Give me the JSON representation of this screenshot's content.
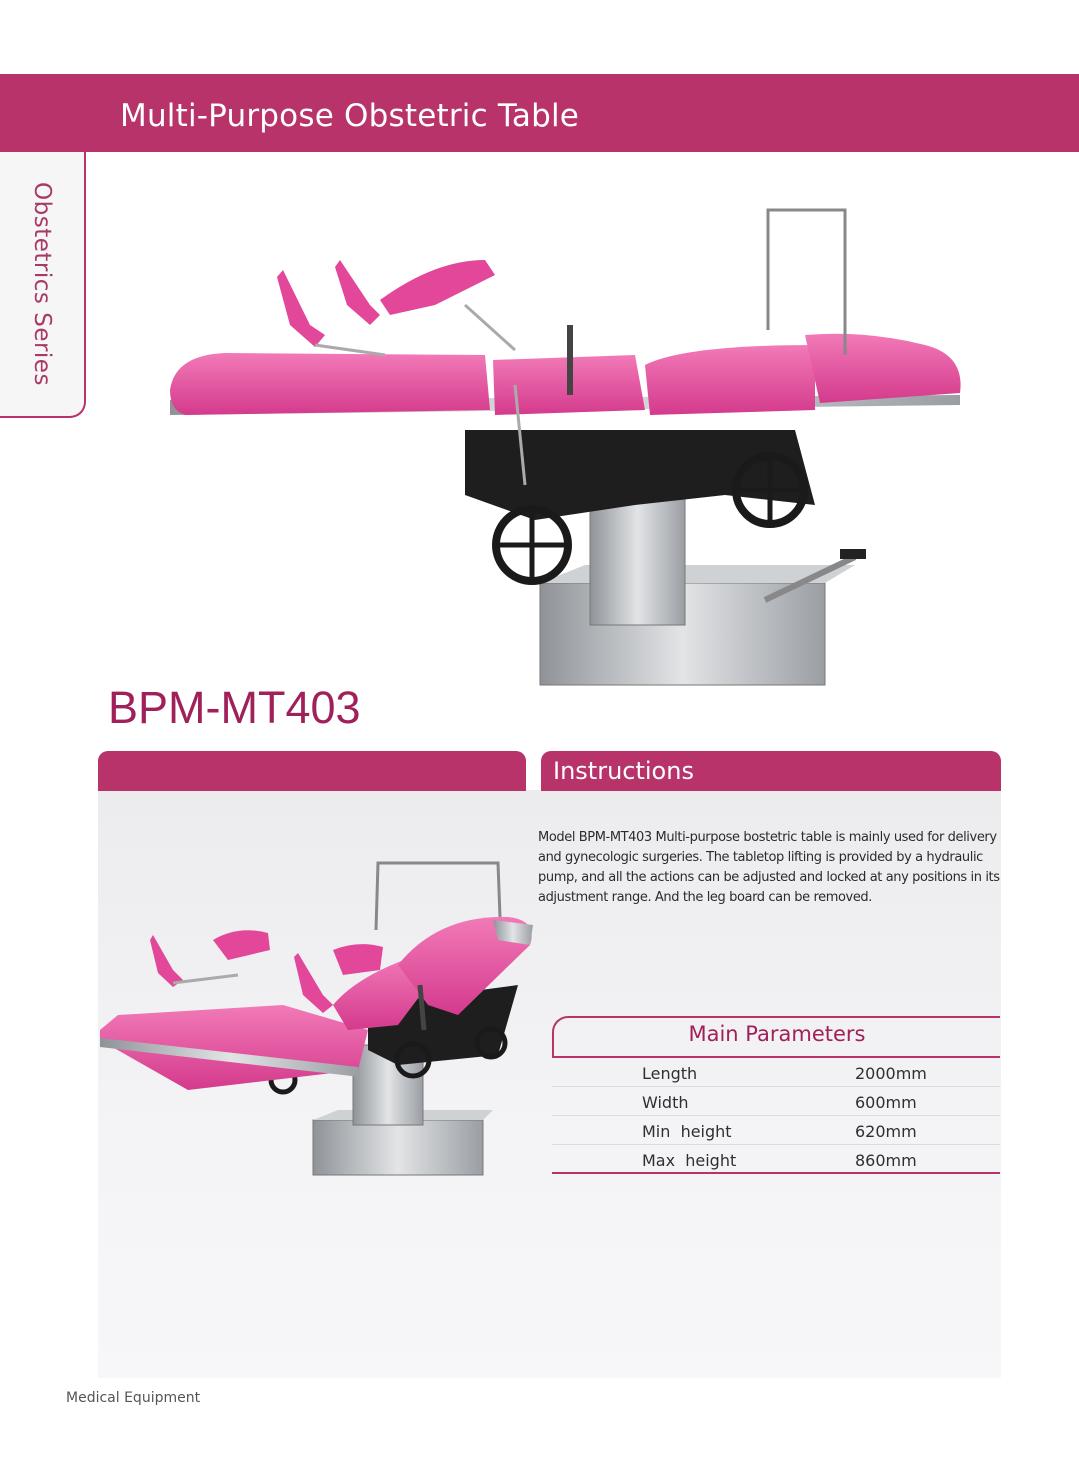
{
  "header": {
    "title": "Multi-Purpose Obstetric Table"
  },
  "side_tab": {
    "label": "Obstetrics Series"
  },
  "product": {
    "model": "BPM-MT403"
  },
  "instructions": {
    "heading": "Instructions",
    "body": "Model BPM-MT403 Multi-purpose bostetric table is mainly used for delivery and gynecologic surgeries. The tabletop lifting is provided by a hydraulic pump, and all the actions can be adjusted and locked at any positions in its adjustment range. And the leg board can be removed."
  },
  "parameters": {
    "heading": "Main Parameters",
    "rows": [
      {
        "name": "Length",
        "value": "2000mm"
      },
      {
        "name": "Width",
        "value": "600mm"
      },
      {
        "name": "Min  height",
        "value": "620mm"
      },
      {
        "name": "Max  height",
        "value": "860mm"
      }
    ]
  },
  "footer": {
    "text": "Medical Equipment"
  },
  "colors": {
    "brand": "#b8336a",
    "pad_pink": "#e2479a",
    "steel": "#b9bcc0"
  }
}
